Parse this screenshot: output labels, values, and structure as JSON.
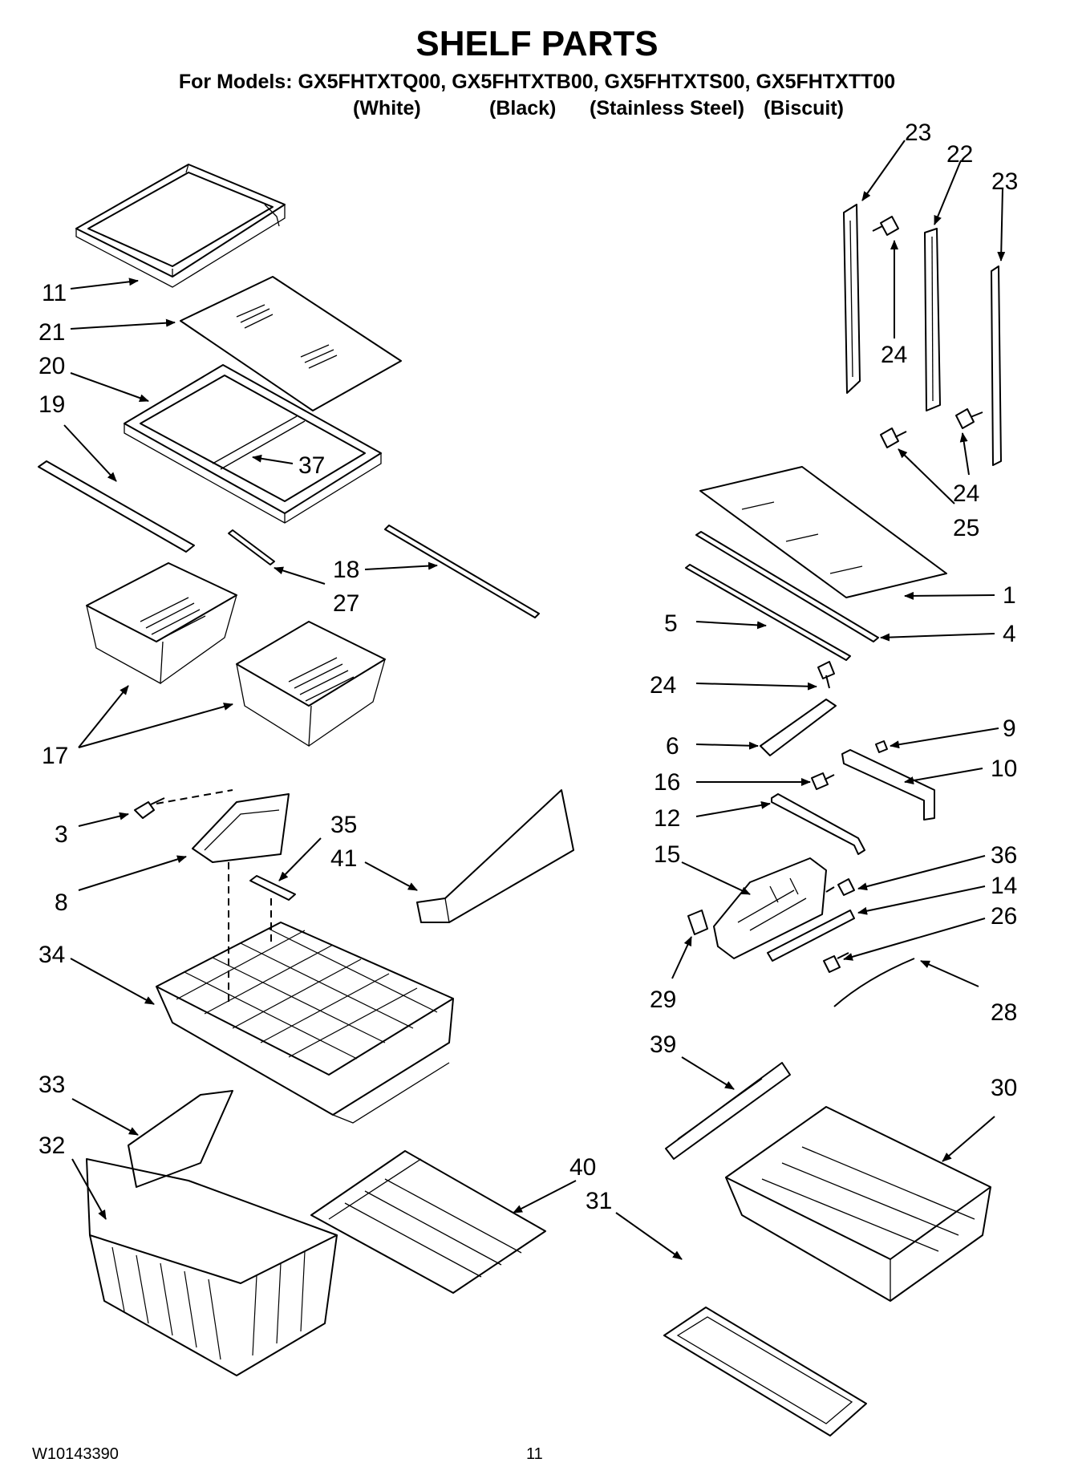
{
  "title": "SHELF PARTS",
  "models_line": "For Models: GX5FHTXTQ00, GX5FHTXTB00, GX5FHTXTS00, GX5FHTXTT00",
  "variants": [
    "(White)",
    "(Black)",
    "(Stainless Steel)",
    "(Biscuit)"
  ],
  "callouts": [
    "1",
    "3",
    "4",
    "5",
    "6",
    "8",
    "9",
    "10",
    "11",
    "12",
    "14",
    "15",
    "16",
    "17",
    "18",
    "19",
    "20",
    "21",
    "22",
    "23",
    "23",
    "24",
    "24",
    "24",
    "25",
    "26",
    "27",
    "28",
    "29",
    "30",
    "31",
    "32",
    "33",
    "34",
    "35",
    "36",
    "37",
    "39",
    "40",
    "41"
  ],
  "footer": {
    "doc_number": "W10143390",
    "page_number": "11"
  }
}
